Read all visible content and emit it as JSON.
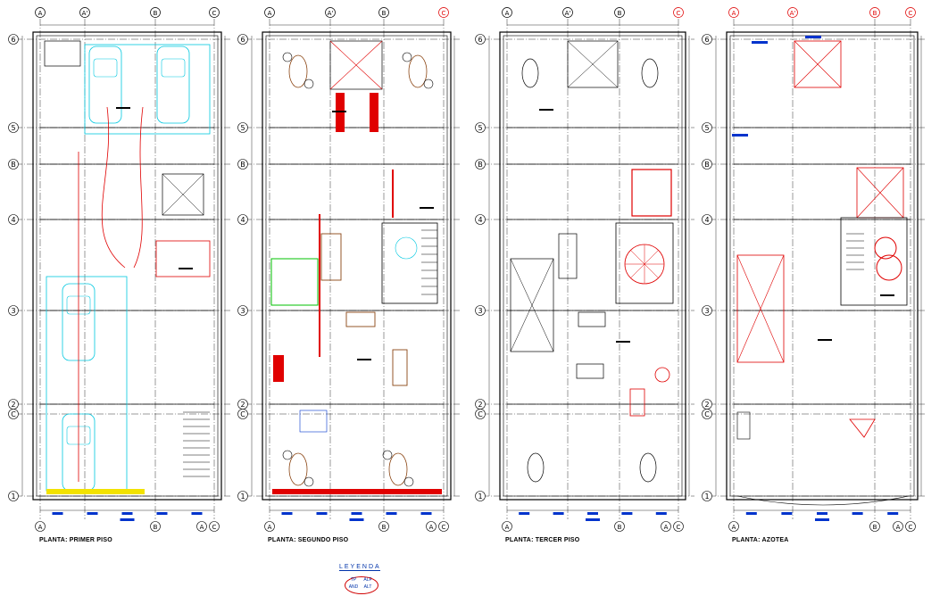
{
  "plans": [
    {
      "title": "PLANTA: PRIMER PISO",
      "top_axes": [
        "A",
        "A'",
        "B",
        "C"
      ],
      "bottom_axes": [
        "A",
        "B",
        "A",
        "C"
      ]
    },
    {
      "title": "PLANTA: SEGUNDO PISO",
      "top_axes": [
        "A",
        "A'",
        "B",
        "C"
      ],
      "bottom_axes": [
        "A",
        "B",
        "A",
        "C"
      ]
    },
    {
      "title": "PLANTA: TERCER PISO",
      "top_axes": [
        "A",
        "A'",
        "B",
        "C"
      ],
      "bottom_axes": [
        "A",
        "B",
        "A",
        "C"
      ]
    },
    {
      "title": "PLANTA: AZOTEA",
      "top_axes": [
        "A",
        "A'",
        "B",
        "C"
      ],
      "bottom_axes": [
        "A",
        "B",
        "A",
        "C"
      ]
    }
  ],
  "row_axes": [
    "6",
    "5",
    "B",
    "4",
    "3",
    "2",
    "C",
    "1"
  ],
  "legend": {
    "title": "LEYENDA",
    "cells": [
      "TP",
      "ALF",
      "AND",
      "ALT"
    ]
  },
  "colors": {
    "line": "#000000",
    "accent_red": "#e00000",
    "accent_blue": "#0033cc",
    "accent_cyan": "#00c8e0",
    "accent_brown": "#8b4513",
    "accent_green": "#00c000"
  }
}
